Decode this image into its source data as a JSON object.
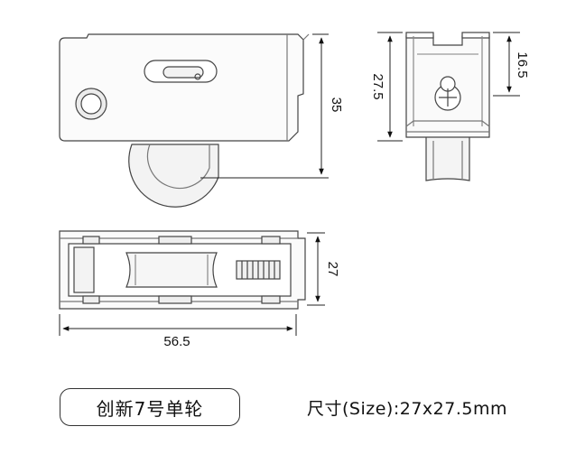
{
  "dimensions": {
    "side_height": "35",
    "end_height": "27.5",
    "end_slot": "16.5",
    "top_width": "27",
    "top_length": "56.5"
  },
  "product_name": "创新7号单轮",
  "size_text": "尺寸(Size):27x27.5mm"
}
